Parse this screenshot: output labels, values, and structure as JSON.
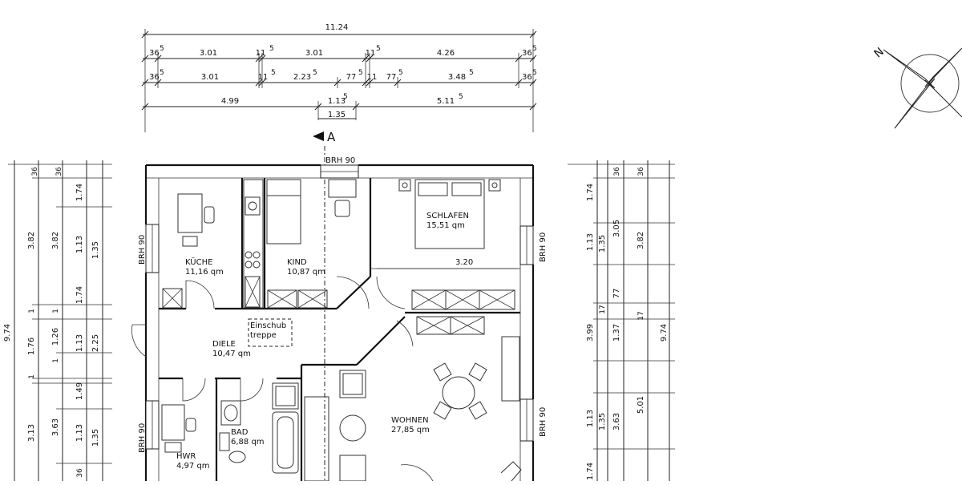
{
  "dimensions": {
    "top_total": "11.24",
    "top_row1": [
      "36",
      "3.01",
      "11",
      "3.01",
      "11",
      "4.26",
      "36"
    ],
    "top_row2": [
      "36",
      "3.01",
      "11",
      "2.23",
      "77",
      "11",
      "77",
      "3.48",
      "36"
    ],
    "top_row3": [
      "4.99",
      "1.13",
      "5.11"
    ],
    "top_row3_sub": "1.35",
    "left_total": "9.74",
    "left_col1": [
      "3.82",
      "1.76",
      "3.13"
    ],
    "left_col2": [
      "3.82",
      "1.26",
      "3.63"
    ],
    "left_col3": [
      "1.74",
      "1.13",
      "1.74",
      "1.13",
      "1.49",
      "1.13"
    ],
    "left_col4": [
      "1.35",
      "2.25",
      "1.35"
    ],
    "left_small": [
      "36",
      "36",
      "1",
      "1",
      "1",
      "1",
      "36"
    ],
    "right_total": "9.74",
    "right_col1": [
      "1.74",
      "1.13",
      "1.13",
      "1.74"
    ],
    "right_col2": [
      "1.35",
      "3.99",
      "1.35"
    ],
    "right_col3": [
      "3.05",
      "77",
      "1.37",
      "3.63"
    ],
    "right_col4": [
      "3.82",
      "5.01"
    ],
    "right_small": [
      "36",
      "36",
      "17",
      "17"
    ],
    "schlafen_width": "3.20",
    "superscript": "5"
  },
  "labels": {
    "section_marker": "A",
    "brh_top": "BRH 90",
    "brh_left_top": "BRH 90",
    "brh_right_top": "BRH 90",
    "brh_left_bottom": "BRH 90",
    "brh_right_bottom": "BRH 90"
  },
  "rooms": [
    {
      "name": "KÜCHE",
      "area": "11,16  qm"
    },
    {
      "name": "KIND",
      "area": "10,87  qm"
    },
    {
      "name": "SCHLAFEN",
      "area": "15,51  qm"
    },
    {
      "name": "DIELE",
      "area": "10,47  qm"
    },
    {
      "name": "BAD",
      "area": "6,88  qm"
    },
    {
      "name": "WOHNEN",
      "area": "27,85  qm"
    },
    {
      "name": "HWR",
      "area": "4,97  qm"
    }
  ],
  "annotation": {
    "line1": "Einschub",
    "line2": "treppe"
  },
  "compass": {
    "north": "N"
  },
  "icons": [
    "compass-rose-icon",
    "section-arrow-icon"
  ]
}
